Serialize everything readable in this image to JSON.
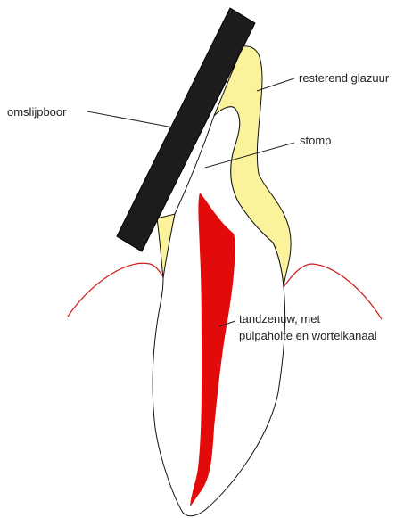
{
  "labels": {
    "drill": "omslijpboor",
    "enamel": "resterend glazuur",
    "stump": "stomp",
    "nerve_line1": "tandzenuw, met",
    "nerve_line2": "pulpaholte en wortelkanaal"
  },
  "colors": {
    "enamel": "#fbf29c",
    "pulp": "#e20a0a",
    "gum": "#d11a1a",
    "drill": "#1c1c1c",
    "outline": "#111111",
    "leader": "#222222"
  }
}
